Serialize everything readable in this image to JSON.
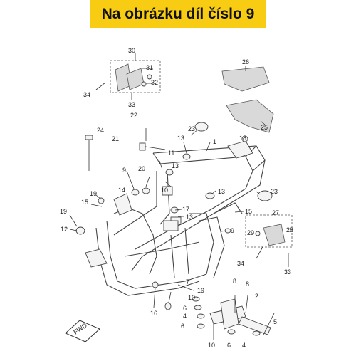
{
  "banner": {
    "text": "Na obrázku díl číslo 9",
    "color": "#f7cc12"
  },
  "callouts": {
    "c1": "1",
    "c2": "2",
    "c4a": "4",
    "c4b": "4",
    "c5": "5",
    "c6a": "6",
    "c6b": "6",
    "c6c": "6",
    "c7": "7",
    "c8a": "8",
    "c8b": "8",
    "c9a": "9",
    "c9b": "9",
    "c10a": "10",
    "c10b": "10",
    "c11": "11",
    "c12": "12",
    "c13a": "13",
    "c13b": "13",
    "c13c": "13",
    "c13d": "13",
    "c14": "14",
    "c15a": "15",
    "c15b": "15",
    "c16": "16",
    "c17": "17",
    "c18": "18",
    "c19a": "19",
    "c19b": "19",
    "c19c": "19",
    "c20": "20",
    "c21": "21",
    "c22": "22",
    "c23a": "23",
    "c23b": "23",
    "c24": "24",
    "c25": "25",
    "c26": "26",
    "c27": "27",
    "c28": "28",
    "c29": "29",
    "c30": "30",
    "c31": "31",
    "c32": "32",
    "c33a": "33",
    "c33b": "33",
    "c34a": "34",
    "c34b": "34"
  },
  "fwd_label": "FWD"
}
